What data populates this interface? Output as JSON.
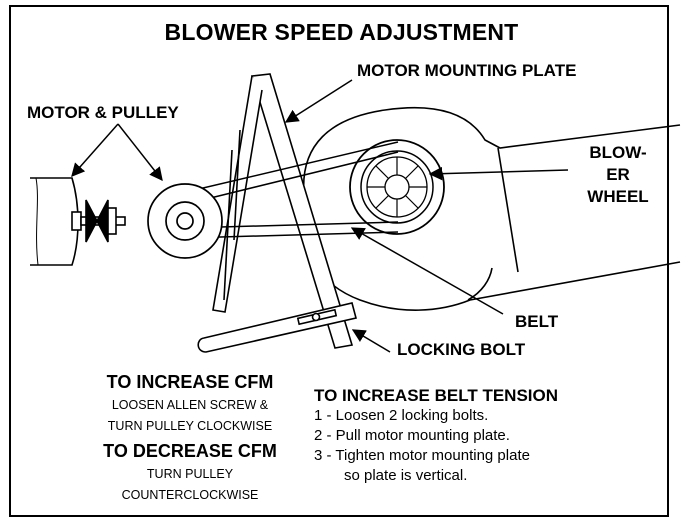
{
  "title": "BLOWER SPEED ADJUSTMENT",
  "labels": {
    "motor_mounting_plate": "MOTOR MOUNTING PLATE",
    "motor_pulley": "MOTOR & PULLEY",
    "blower_wheel_line1": "BLOW-",
    "blower_wheel_line2": "ER",
    "blower_wheel_line3": "WHEEL",
    "belt": "BELT",
    "locking_bolt": "LOCKING BOLT"
  },
  "increase_cfm": {
    "heading": "TO INCREASE CFM",
    "line1": "LOOSEN ALLEN SCREW &",
    "line2": "TURN PULLEY CLOCKWISE"
  },
  "decrease_cfm": {
    "heading": "TO DECREASE CFM",
    "line1": "TURN PULLEY",
    "line2": "COUNTERCLOCKWISE"
  },
  "belt_tension": {
    "heading": "TO INCREASE BELT TENSION",
    "steps": [
      "1 - Loosen 2 locking bolts.",
      "2 - Pull motor mounting plate.",
      "3 - Tighten motor mounting plate",
      "so plate is vertical."
    ]
  }
}
